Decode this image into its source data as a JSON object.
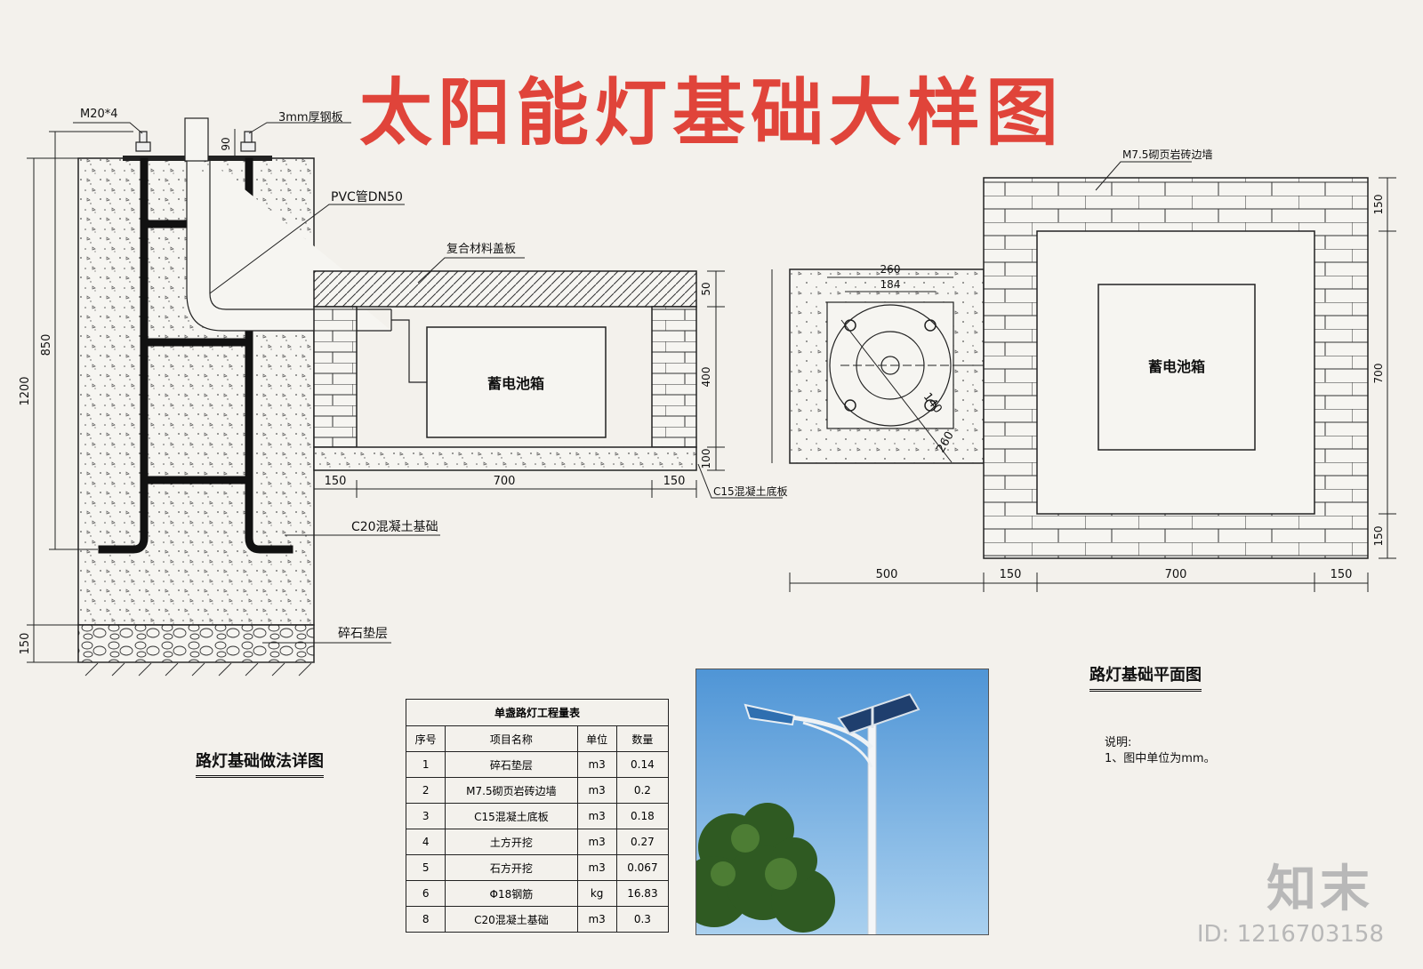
{
  "title": "太阳能灯基础大样图",
  "left_section": {
    "labels": {
      "bolt": "M20*4",
      "steel_plate": "3mm厚钢板",
      "plate_thk": "90",
      "pvc": "PVC管DN50",
      "cover": "复合材料盖板",
      "battery": "蓄电池箱",
      "c20": "C20混凝土基础",
      "c15": "C15混凝土底板",
      "gravel": "碎石垫层"
    },
    "dims": {
      "d1200": "1200",
      "d850": "850",
      "d150": "150",
      "w150a": "150",
      "w700": "700",
      "w150b": "150",
      "h50": "50",
      "h400": "400",
      "h100": "100"
    },
    "caption": "路灯基础做法详图"
  },
  "right_section": {
    "labels": {
      "wall": "M7.5砌页岩砖边墙",
      "battery": "蓄电池箱"
    },
    "dims": {
      "w260": "260",
      "w184": "184",
      "h500": "500",
      "r140": "140",
      "d260": "260",
      "v150top": "150",
      "v700": "700",
      "v150bot": "150",
      "b500": "500",
      "b150a": "150",
      "b700": "700",
      "b150b": "150"
    },
    "caption": "路灯基础平面图"
  },
  "table": {
    "title": "单盏路灯工程量表",
    "headers": [
      "序号",
      "项目名称",
      "单位",
      "数量"
    ],
    "rows": [
      [
        "1",
        "碎石垫层",
        "m3",
        "0.14"
      ],
      [
        "2",
        "M7.5砌页岩砖边墙",
        "m3",
        "0.2"
      ],
      [
        "3",
        "C15混凝土底板",
        "m3",
        "0.18"
      ],
      [
        "4",
        "土方开挖",
        "m3",
        "0.27"
      ],
      [
        "5",
        "石方开挖",
        "m3",
        "0.067"
      ],
      [
        "6",
        "Φ18钢筋",
        "kg",
        "16.83"
      ],
      [
        "8",
        "C20混凝土基础",
        "m3",
        "0.3"
      ]
    ]
  },
  "notes": {
    "heading": "说明:",
    "line1": "1、图中单位为mm。"
  },
  "watermark": {
    "brand": "知末",
    "id": "ID: 1216703158"
  },
  "colors": {
    "title": "#e0443a",
    "background": "#f3f1ec",
    "sky": "#6aa9de"
  }
}
